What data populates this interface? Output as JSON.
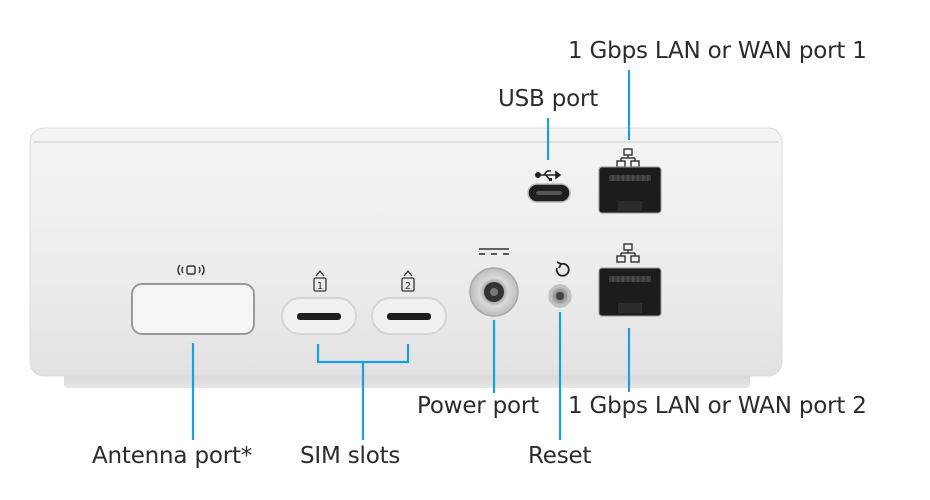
{
  "labels": {
    "lan_port_1": "1 Gbps LAN or WAN port 1",
    "usb_port": "USB port",
    "power_port": "Power port",
    "lan_port_2": "1 Gbps LAN or WAN port 2",
    "antenna_port": "Antenna port*",
    "sim_slots": "SIM slots",
    "reset": "Reset"
  },
  "sim_slot_numbers": [
    "1",
    "2"
  ],
  "colors": {
    "callout": "#1a9fe0",
    "body": "#ececec",
    "port": "#222222",
    "text": "#2b2b2b"
  },
  "icons": {
    "antenna": "antenna-icon",
    "sim1": "sim-1-icon",
    "sim2": "sim-2-icon",
    "power": "dc-power-icon",
    "reset": "reset-icon",
    "usb": "usb-icon",
    "lan1": "network-icon",
    "lan2": "network-icon"
  }
}
